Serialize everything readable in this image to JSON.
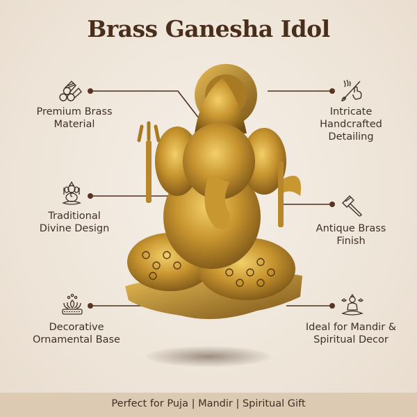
{
  "header": {
    "title": "Brass Ganesha Idol"
  },
  "features": [
    {
      "id": "premium-brass",
      "label": "Premium Brass\nMaterial",
      "icon": "brass-rods-icon",
      "side": "left"
    },
    {
      "id": "intricate",
      "label": "Intricate\nHandcrafted\nDetailing",
      "icon": "brush-hand-icon",
      "side": "right"
    },
    {
      "id": "traditional",
      "label": "Traditional\nDivine Design",
      "icon": "ganesha-icon",
      "side": "left"
    },
    {
      "id": "antique",
      "label": "Antique Brass\nFinish",
      "icon": "hammer-icon",
      "side": "right"
    },
    {
      "id": "decorative",
      "label": "Decorative\nOrnamental Base",
      "icon": "lotus-icon",
      "side": "left"
    },
    {
      "id": "ideal",
      "label": "Ideal for Mandir &\nSpiritual Decor",
      "icon": "meditating-figure-icon",
      "side": "right"
    }
  ],
  "product": {
    "image": "brass-ganesha-idol-photo"
  },
  "footer": {
    "tagline": "Perfect for Puja | Mandir | Spiritual Gift"
  },
  "colors": {
    "background": "#efe6da",
    "title": "#4a2e1c",
    "text": "#3f2f24",
    "connector": "#4a2e1c",
    "footer_bg": "#dccab2",
    "brass": "#b8862b"
  }
}
